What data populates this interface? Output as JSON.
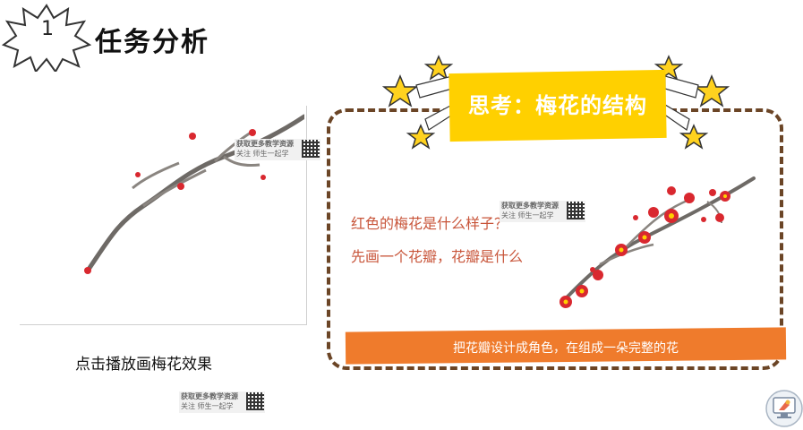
{
  "header": {
    "badge_number": "1",
    "title": "任务分析"
  },
  "left_panel": {
    "caption": "点击播放画梅花效果"
  },
  "watermark": {
    "line1": "获取更多教学资源",
    "line2": "关注  师生一起学"
  },
  "card": {
    "heading": "思考：梅花的结构",
    "question1": "红色的梅花是什么样子？",
    "question2": "先画一个花瓣，花瓣是什么",
    "banner": "把花瓣设计成角色，在组成一朵完整的花"
  },
  "colors": {
    "accent_yellow": "#ffd000",
    "banner_orange": "#ef7b2c",
    "frame_brown": "#6b4526",
    "question_text": "#c8553a",
    "blossom_red": "#d9282f"
  },
  "icons": {
    "badge": "starburst-badge-icon",
    "stars": "star-decoration-icon",
    "corner": "presentation-monitor-icon"
  }
}
